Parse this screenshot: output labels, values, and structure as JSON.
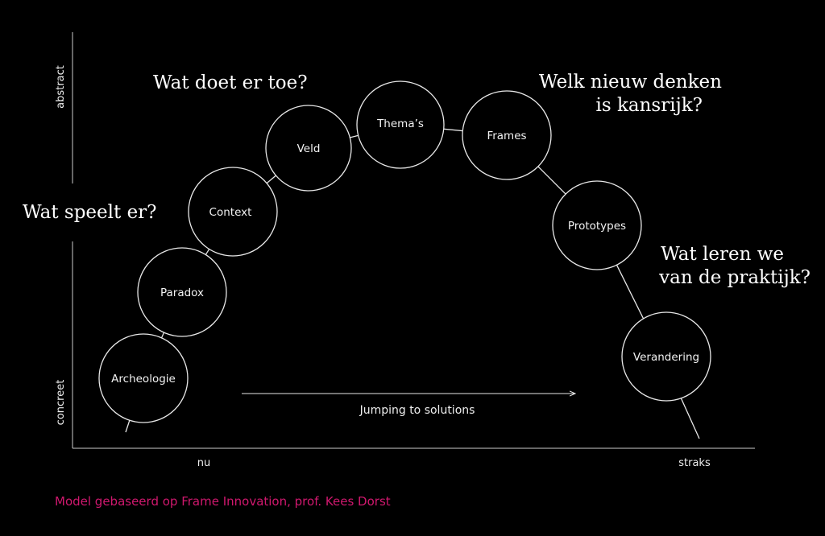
{
  "nodes": [
    "Archeologie",
    "Paradox",
    "Context",
    "Veld",
    "Thema’s",
    "Frames",
    "Prototypes",
    "Verandering"
  ],
  "questions": {
    "q1": "Wat speelt er?",
    "q2": "Wat doet er toe?",
    "q3_line1": "Welk nieuw denken",
    "q3_line2": "is kansrijk?",
    "q4_line1": "Wat leren we",
    "q4_line2": "van de praktijk?"
  },
  "axes": {
    "y_top": "abstract",
    "y_bottom": "concreet",
    "x_left": "nu",
    "x_right": "straks"
  },
  "arrow_label": "Jumping to solutions",
  "credit": "Model gebaseerd op Frame Innovation, prof. Kees Dorst",
  "colors": {
    "background": "#000000",
    "line": "#e8e8e8",
    "credit": "#d0186e"
  }
}
